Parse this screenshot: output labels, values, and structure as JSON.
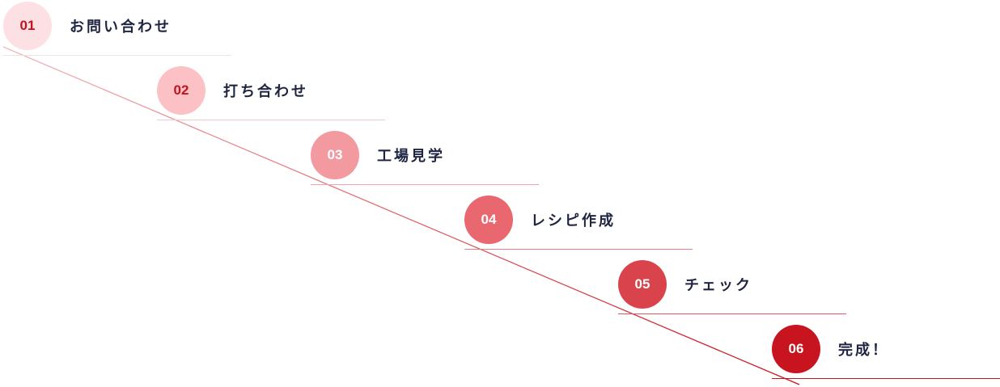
{
  "steps": [
    {
      "number": "01",
      "label": "お問い合わせ",
      "circle_color": "#fde0e3",
      "number_color": "#c1141f",
      "line_color": "#e6e6e6"
    },
    {
      "number": "02",
      "label": "打ち合わせ",
      "circle_color": "#fbc1c5",
      "number_color": "#c1141f",
      "line_color": "#f0c9cc"
    },
    {
      "number": "03",
      "label": "工場見学",
      "circle_color": "#f29aa0",
      "number_color": "#ffffff",
      "line_color": "#eea7ac"
    },
    {
      "number": "04",
      "label": "レシピ作成",
      "circle_color": "#e9676f",
      "number_color": "#ffffff",
      "line_color": "#e57d84"
    },
    {
      "number": "05",
      "label": "チェック",
      "circle_color": "#d9434c",
      "number_color": "#ffffff",
      "line_color": "#d95a62"
    },
    {
      "number": "06",
      "label": "完成！",
      "circle_color": "#c8141f",
      "number_color": "#ffffff",
      "line_color": "#c8141f"
    }
  ],
  "colors": {
    "label_text": "#1f2540",
    "diagonal_start": "#f2b8bd",
    "diagonal_end": "#c8141f"
  }
}
